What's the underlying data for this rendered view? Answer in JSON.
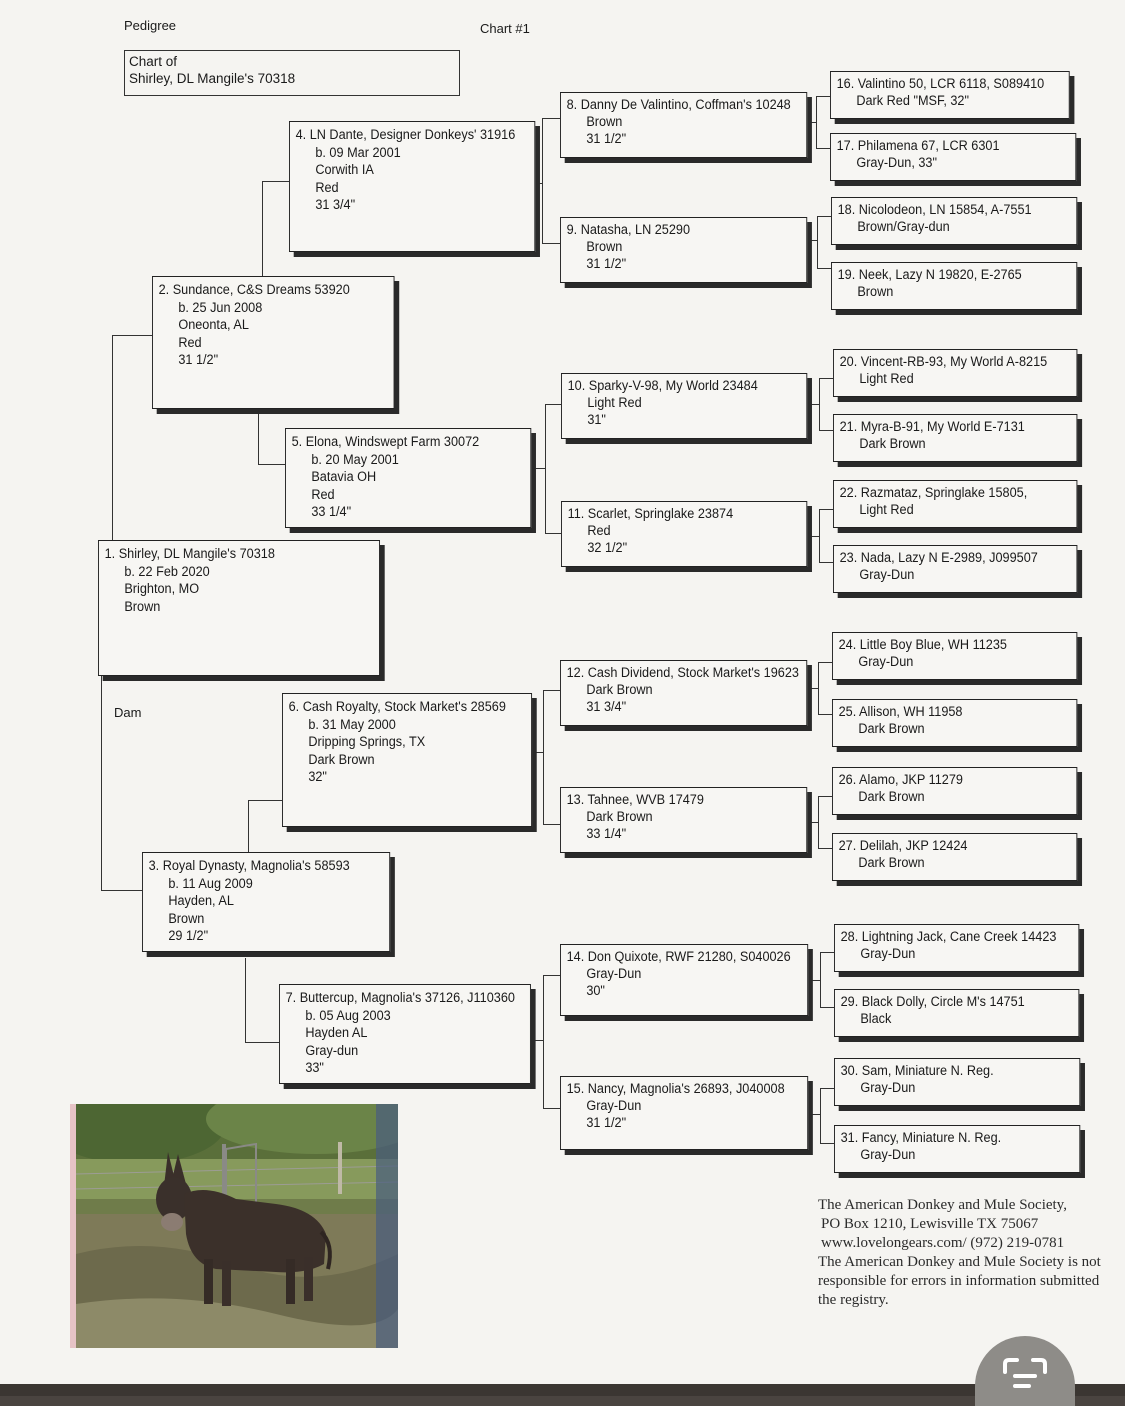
{
  "header": {
    "left_label": "Pedigree",
    "center_label": "Chart #1",
    "chart_of_label": "Chart of",
    "chart_of_name": "Shirley, DL Mangile's 70318"
  },
  "dam_label": "Dam",
  "animals": {
    "a1": [
      "1. Shirley, DL Mangile's 70318",
      "b. 22 Feb 2020",
      "Brighton, MO",
      "Brown"
    ],
    "a2": [
      "2. Sundance, C&S Dreams 53920",
      "b. 25 Jun 2008",
      "Oneonta, AL",
      "Red",
      "31 1/2\""
    ],
    "a3": [
      "3. Royal Dynasty, Magnolia's 58593",
      "b. 11 Aug 2009",
      "Hayden, AL",
      "Brown",
      "29 1/2\""
    ],
    "a4": [
      "4. LN Dante, Designer Donkeys' 31916",
      "b. 09 Mar 2001",
      "Corwith IA",
      "Red",
      "31 3/4\""
    ],
    "a5": [
      "5. Elona, Windswept Farm 30072",
      "b. 20 May 2001",
      "Batavia OH",
      "Red",
      "33 1/4\""
    ],
    "a6": [
      "6. Cash Royalty, Stock Market's 28569",
      "b. 31 May 2000",
      "Dripping Springs, TX",
      "Dark Brown",
      "32\""
    ],
    "a7": [
      "7. Buttercup, Magnolia's 37126, J110360",
      "b. 05 Aug 2003",
      "Hayden AL",
      "Gray-dun",
      "33\""
    ],
    "a8": [
      "8. Danny De Valintino, Coffman's 10248",
      "Brown",
      "31 1/2\""
    ],
    "a9": [
      "9. Natasha, LN 25290",
      "Brown",
      "31 1/2\""
    ],
    "a10": [
      "10. Sparky-V-98, My World 23484",
      "Light Red",
      "31\""
    ],
    "a11": [
      "11. Scarlet, Springlake 23874",
      "Red",
      "32 1/2\""
    ],
    "a12": [
      "12. Cash Dividend, Stock Market's 19623",
      "Dark Brown",
      "31 3/4\""
    ],
    "a13": [
      "13. Tahnee, WVB 17479",
      "Dark Brown",
      "33 1/4\""
    ],
    "a14": [
      "14. Don Quixote, RWF 21280, S040026",
      "Gray-Dun",
      "30\""
    ],
    "a15": [
      "15. Nancy, Magnolia's 26893, J040008",
      "Gray-Dun",
      "31 1/2\""
    ],
    "a16": [
      "16. Valintino 50, LCR 6118, S089410",
      "Dark Red \"MSF, 32\""
    ],
    "a17": [
      "17. Philamena 67, LCR 6301",
      "Gray-Dun, 33\""
    ],
    "a18": [
      "18. Nicolodeon, LN 15854, A-7551",
      "Brown/Gray-dun"
    ],
    "a19": [
      "19. Neek, Lazy N 19820, E-2765",
      "Brown"
    ],
    "a20": [
      "20. Vincent-RB-93, My World A-8215",
      "Light Red"
    ],
    "a21": [
      "21. Myra-B-91, My World E-7131",
      "Dark Brown"
    ],
    "a22": [
      "22. Razmataz, Springlake 15805,",
      "Light Red"
    ],
    "a23": [
      "23. Nada, Lazy N E-2989, J099507",
      "Gray-Dun"
    ],
    "a24": [
      "24. Little Boy Blue, WH 11235",
      "Gray-Dun"
    ],
    "a25": [
      "25. Allison, WH 11958",
      "Dark Brown"
    ],
    "a26": [
      "26. Alamo, JKP 11279",
      "Dark Brown"
    ],
    "a27": [
      "27. Delilah, JKP 12424",
      "Dark Brown"
    ],
    "a28": [
      "28. Lightning Jack, Cane Creek 14423",
      "Gray-Dun"
    ],
    "a29": [
      "29. Black Dolly, Circle M's 14751",
      "Black"
    ],
    "a30": [
      "30. Sam, Miniature N. Reg.",
      "Gray-Dun"
    ],
    "a31": [
      "31. Fancy, Miniature N. Reg.",
      "Gray-Dun"
    ]
  },
  "society": [
    "The American Donkey and Mule Society,",
    "PO Box 1210, Lewisville TX 75067",
    "www.lovelongears.com/ (972) 219-0781",
    "The American Donkey and Mule Society is not",
    "responsible for errors in information submitted",
    "the registry."
  ],
  "icons": {
    "scan": "scan-document-icon",
    "photo": "donkey-photo"
  }
}
